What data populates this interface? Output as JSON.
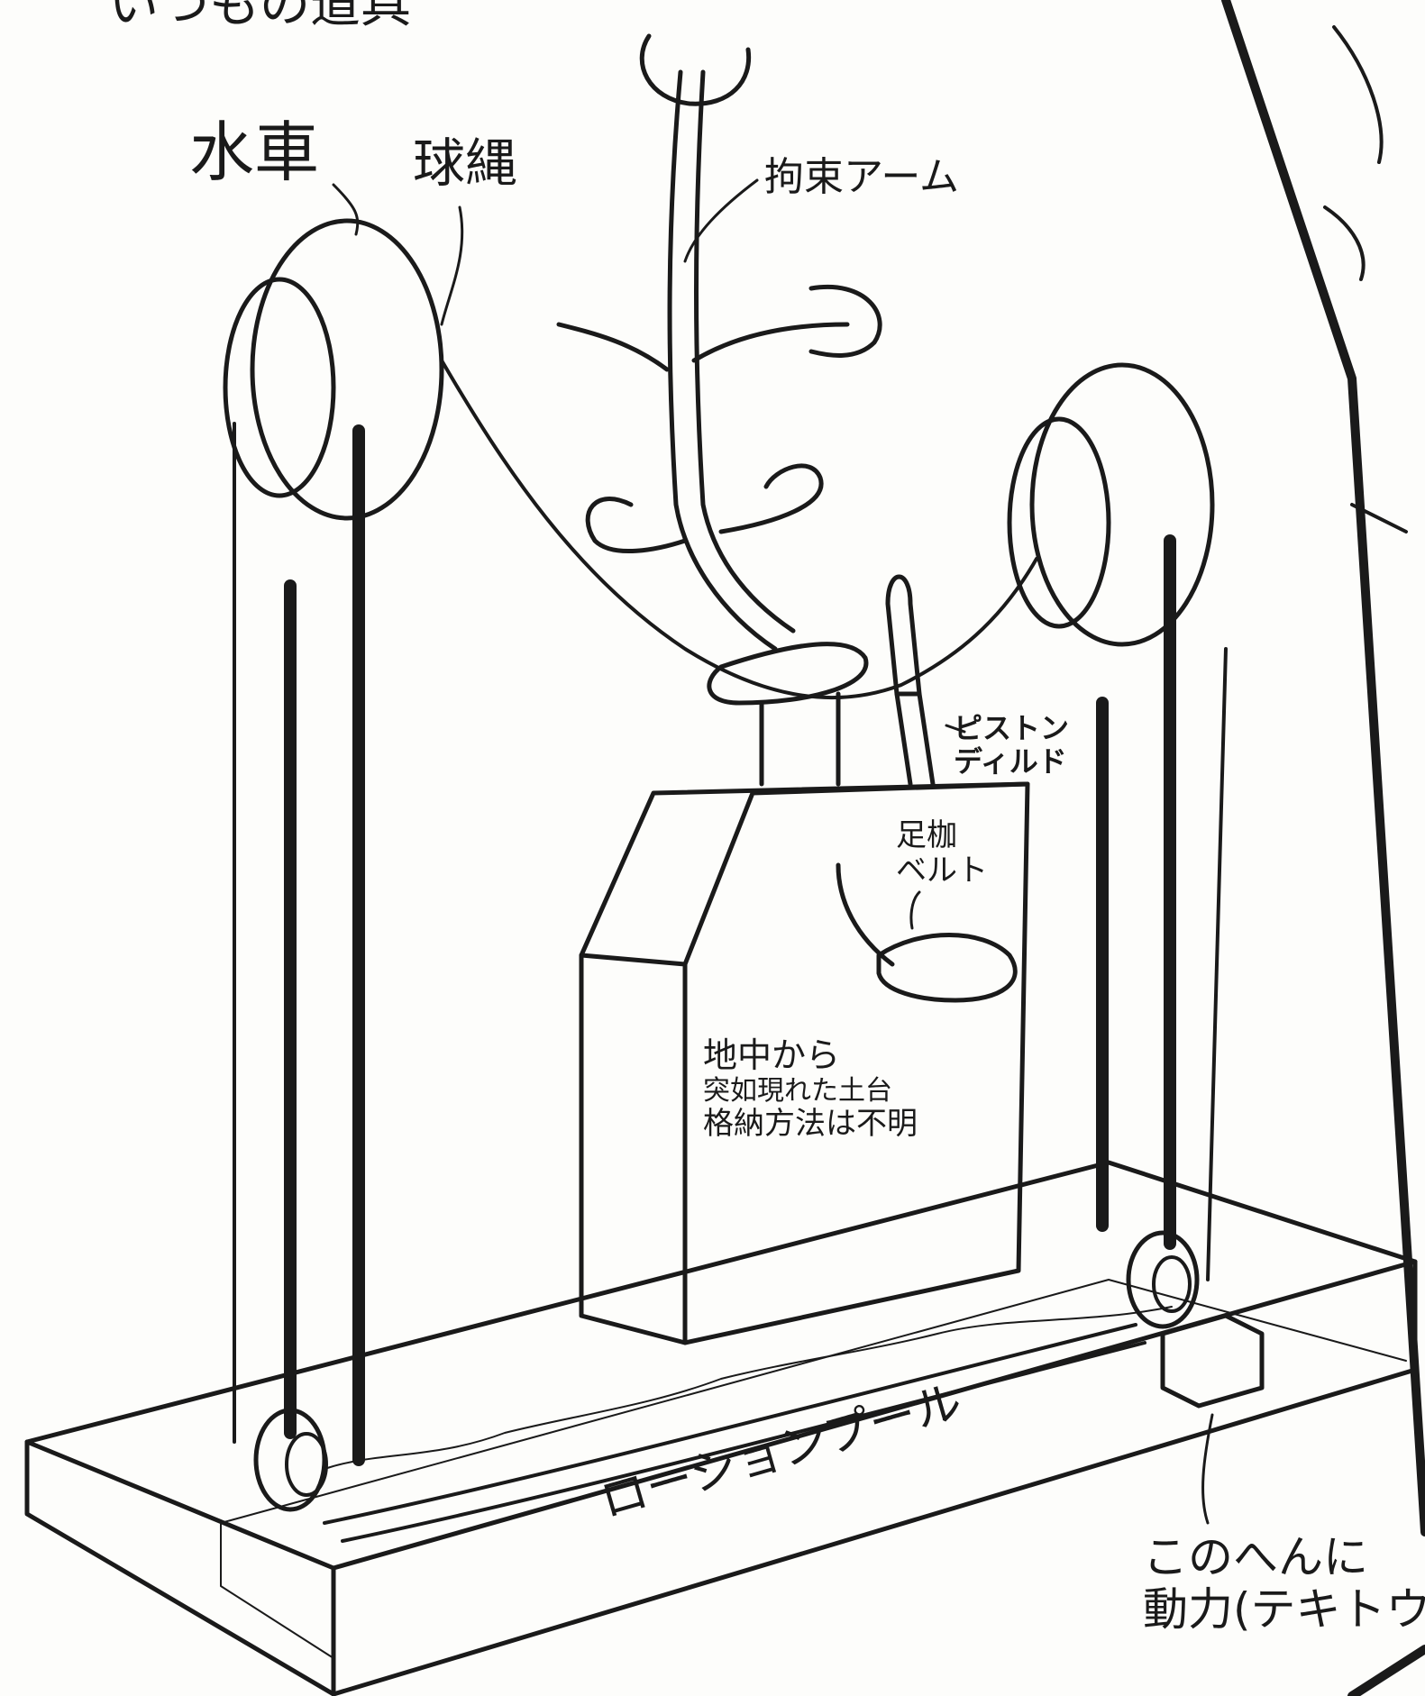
{
  "labels": {
    "top_fragment": "いつもの道具",
    "water_wheel": "水車",
    "ball_rope": "球縄",
    "restraint_arm": "拘束アーム",
    "piston_dildo": [
      "ピストン",
      "ディルド"
    ],
    "shackle_belt": [
      "足枷",
      "ベルト"
    ],
    "base_note": [
      "地中から",
      "突如現れた土台",
      "格納方法は不明"
    ],
    "lotion_pool": "ローションプール",
    "power_note": [
      "このへんに",
      "動力(テキトウ)"
    ]
  },
  "colors": {
    "ink": "#1a1a1a",
    "paper": "#fdfdfb"
  }
}
